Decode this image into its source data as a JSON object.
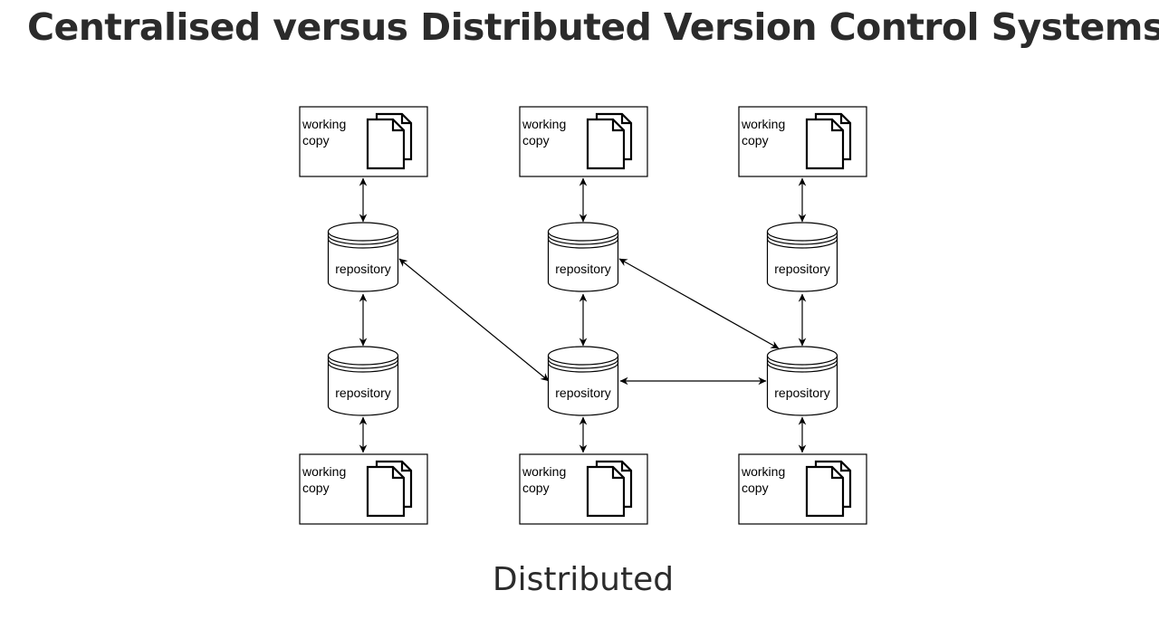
{
  "title": "Centralised versus Distributed Version Control Systems",
  "caption": "Distributed",
  "diagram": {
    "working_copy_label_line1": "working",
    "working_copy_label_line2": "copy",
    "repository_label": "repository",
    "columns": [
      {
        "top_working_copy": "working copy",
        "upper_repository": "repository",
        "lower_repository": "repository",
        "bottom_working_copy": "working copy"
      },
      {
        "top_working_copy": "working copy",
        "upper_repository": "repository",
        "lower_repository": "repository",
        "bottom_working_copy": "working copy"
      },
      {
        "top_working_copy": "working copy",
        "upper_repository": "repository",
        "lower_repository": "repository",
        "bottom_working_copy": "working copy"
      }
    ],
    "connections": [
      {
        "from": "column-1-top-working-copy",
        "to": "column-1-upper-repository",
        "bidirectional": true
      },
      {
        "from": "column-1-upper-repository",
        "to": "column-1-lower-repository",
        "bidirectional": true
      },
      {
        "from": "column-1-lower-repository",
        "to": "column-1-bottom-working-copy",
        "bidirectional": true
      },
      {
        "from": "column-2-top-working-copy",
        "to": "column-2-upper-repository",
        "bidirectional": true
      },
      {
        "from": "column-2-upper-repository",
        "to": "column-2-lower-repository",
        "bidirectional": true
      },
      {
        "from": "column-2-lower-repository",
        "to": "column-2-bottom-working-copy",
        "bidirectional": true
      },
      {
        "from": "column-3-top-working-copy",
        "to": "column-3-upper-repository",
        "bidirectional": true
      },
      {
        "from": "column-3-upper-repository",
        "to": "column-3-lower-repository",
        "bidirectional": true
      },
      {
        "from": "column-3-lower-repository",
        "to": "column-3-bottom-working-copy",
        "bidirectional": true
      },
      {
        "from": "column-1-upper-repository",
        "to": "column-2-lower-repository",
        "bidirectional": true
      },
      {
        "from": "column-2-upper-repository",
        "to": "column-3-lower-repository",
        "bidirectional": true
      },
      {
        "from": "column-2-lower-repository",
        "to": "column-3-lower-repository",
        "bidirectional": true
      }
    ],
    "icons": {
      "working_copy": "documents-icon",
      "repository": "database-icon"
    },
    "colors": {
      "stroke": "#000000",
      "fill": "#ffffff",
      "title_text": "#2b2b2b"
    }
  }
}
